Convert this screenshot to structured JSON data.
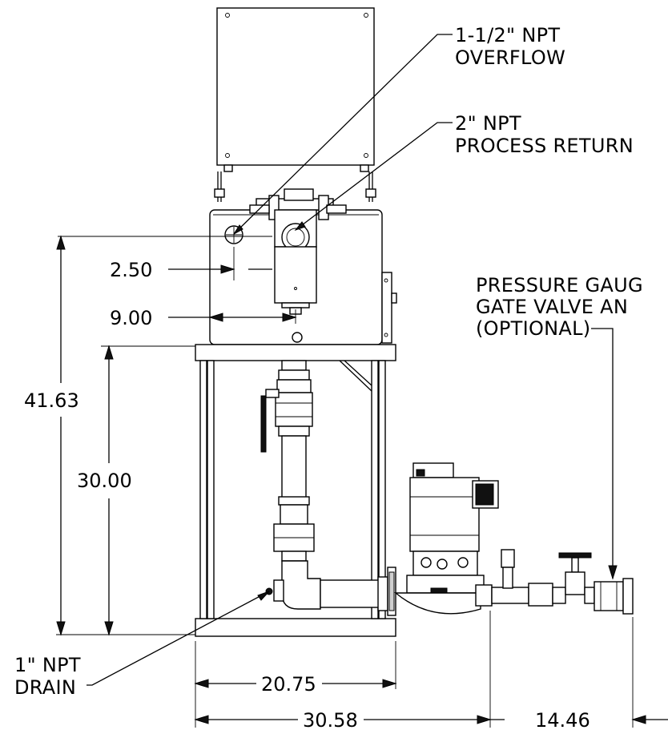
{
  "callouts": {
    "overflow": [
      "1-1/2\" NPT",
      "OVERFLOW"
    ],
    "process_return": [
      "2\" NPT",
      "PROCESS RETURN"
    ],
    "pressure_gauge": [
      "PRESSURE GAUG",
      "GATE VALVE AN",
      "(OPTIONAL)"
    ],
    "drain": [
      "1\" NPT",
      "DRAIN"
    ]
  },
  "dimensions": {
    "overflow_offset": "2.50",
    "return_offset": "9.00",
    "overall_height": "41.63",
    "stand_height": "30.00",
    "frame_width": "20.75",
    "overall_width": "30.58",
    "pump_extension": "14.46"
  }
}
